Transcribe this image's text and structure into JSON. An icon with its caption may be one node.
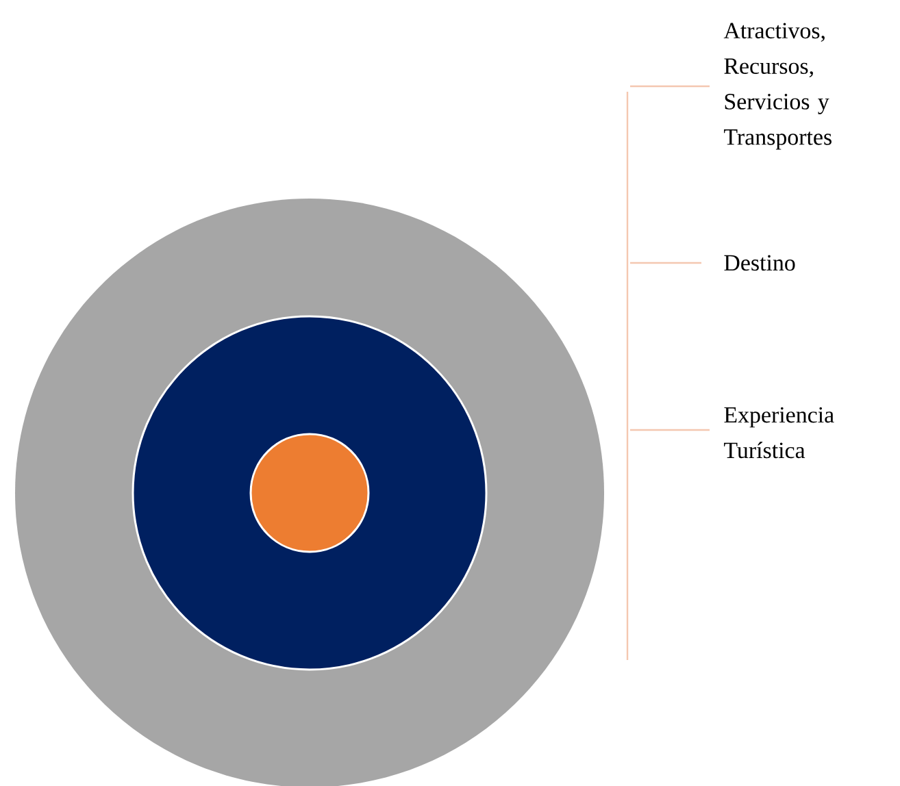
{
  "diagram": {
    "nodes": [
      {
        "text": [],
        "shape": "circle"
      },
      {
        "text": [],
        "shape": "circle",
        "in": 0
      },
      {
        "text": [],
        "shape": "circle",
        "in": 1
      }
    ],
    "labels": [
      "Atractivos, Recursos, Servicios y Transportes",
      "Destino",
      "Experiencia Turística"
    ]
  }
}
